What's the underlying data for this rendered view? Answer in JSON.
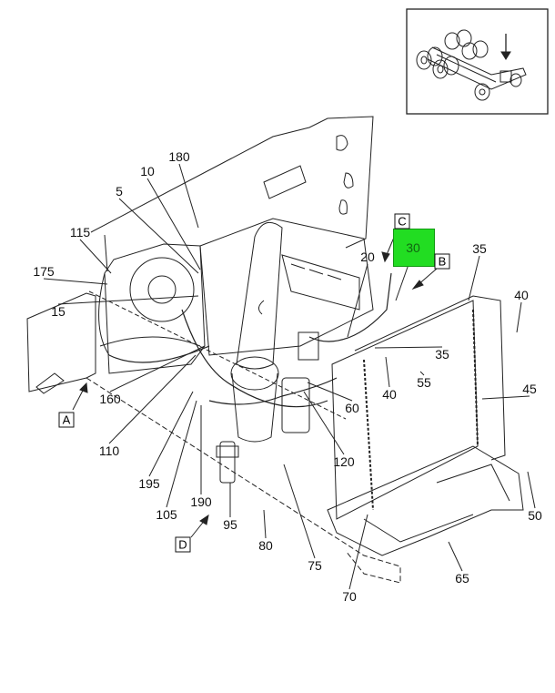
{
  "diagram": {
    "highlight_color": "#22dd22",
    "highlighted_callout": "30",
    "callouts": [
      "180",
      "10",
      "5",
      "115",
      "175",
      "15",
      "20",
      "35",
      "40",
      "35",
      "55",
      "40",
      "45",
      "60",
      "160",
      "110",
      "120",
      "195",
      "105",
      "190",
      "95",
      "80",
      "75",
      "65",
      "70",
      "50"
    ],
    "reference_letters": [
      "A",
      "B",
      "C",
      "D"
    ]
  }
}
